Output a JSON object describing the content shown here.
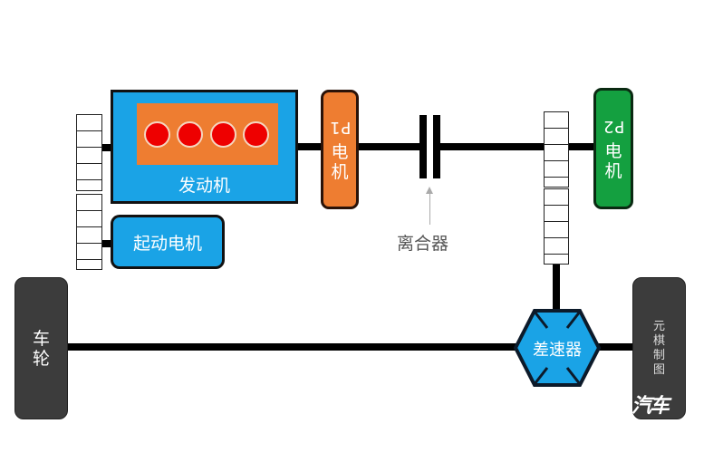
{
  "diagram": {
    "engine": {
      "label": "发动机",
      "cylinders": 4
    },
    "starter_motor": {
      "label": "起动电机"
    },
    "p1_motor": {
      "prefix": "P1",
      "label_line1": "电",
      "label_line2": "机"
    },
    "p2_motor": {
      "prefix": "P2",
      "label_line1": "电",
      "label_line2": "机"
    },
    "clutch": {
      "label": "离合器"
    },
    "differential": {
      "label": "差速器"
    },
    "wheel_left": {
      "label_line1": "车",
      "label_line2": "轮"
    },
    "wheel_right": {
      "label_line1": "元",
      "label_line2": "棋",
      "label_line3": "制",
      "label_line4": "图"
    },
    "watermark": "汽车",
    "colors": {
      "engine_blue": "#1aa3e6",
      "engine_block_orange": "#ee7d31",
      "cylinder_red": "#ee0000",
      "p1_orange": "#ee7d31",
      "p2_green": "#14a040",
      "wheel_gray": "#3c3c3c"
    }
  }
}
